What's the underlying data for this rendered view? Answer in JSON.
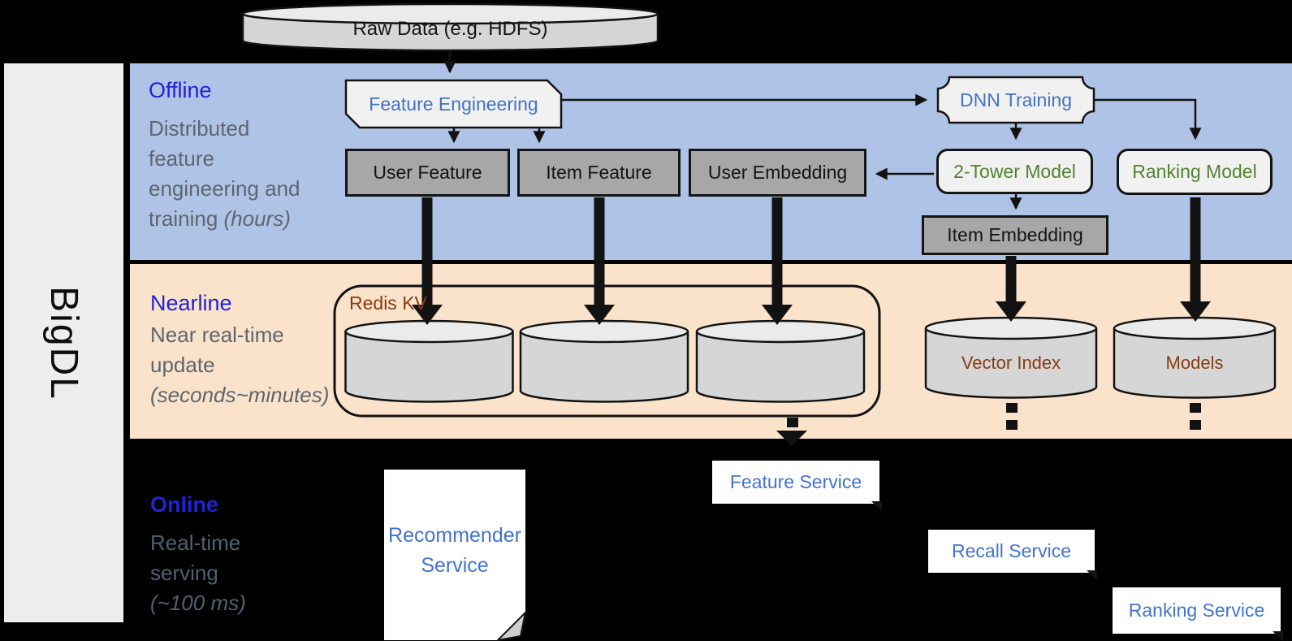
{
  "brand": {
    "label": "BigDL"
  },
  "source_db": {
    "label": "Raw Data (e.g. HDFS)"
  },
  "lanes": {
    "offline": {
      "title": "Offline",
      "desc_lines": [
        "Distributed",
        "feature",
        "engineering and"
      ],
      "desc_tail": "training ",
      "desc_tail_italic": "(hours)"
    },
    "nearline": {
      "title": "Nearline",
      "desc_lines": [
        "Near real-time",
        "update"
      ],
      "desc_tail": "",
      "desc_tail_italic": "(seconds~minutes)"
    },
    "online": {
      "title": "Online",
      "desc_lines": [
        "Real-time",
        "serving"
      ],
      "desc_tail": "",
      "desc_tail_italic": "(~100 ms)"
    }
  },
  "nodes": {
    "feature_engineering": "Feature Engineering",
    "dnn_training": "DNN Training",
    "user_feature": "User Feature",
    "item_feature": "Item Feature",
    "user_embedding": "User Embedding",
    "two_tower_model": "2-Tower Model",
    "ranking_model": "Ranking Model",
    "item_embedding": "Item Embedding",
    "redis_kv": "Redis KV",
    "vector_index": "Vector Index",
    "models": "Models"
  },
  "services": {
    "recommender_line1": "Recommender",
    "recommender_line2": "Service",
    "feature": "Feature Service",
    "recall": "Recall Service",
    "ranking": "Ranking Service"
  },
  "colors": {
    "background": "#000000",
    "sidebar_gray": "#ededed",
    "band_blue": "#afc3e6",
    "band_peach": "#fae2cb",
    "heading_blue": "#2222d4",
    "flow_blue": "#4472c4",
    "model_green": "#54832f",
    "store_brown": "#8a3c10",
    "service_blue": "#4273cf",
    "desc_gray": "#5d6670",
    "online_desc_gray": "#516070",
    "node_gray": "#a7a7a7",
    "shape_fill": "#f1f1f1",
    "cylinder_body": "#d6d6d6",
    "cylinder_top": "#ebebeb"
  }
}
